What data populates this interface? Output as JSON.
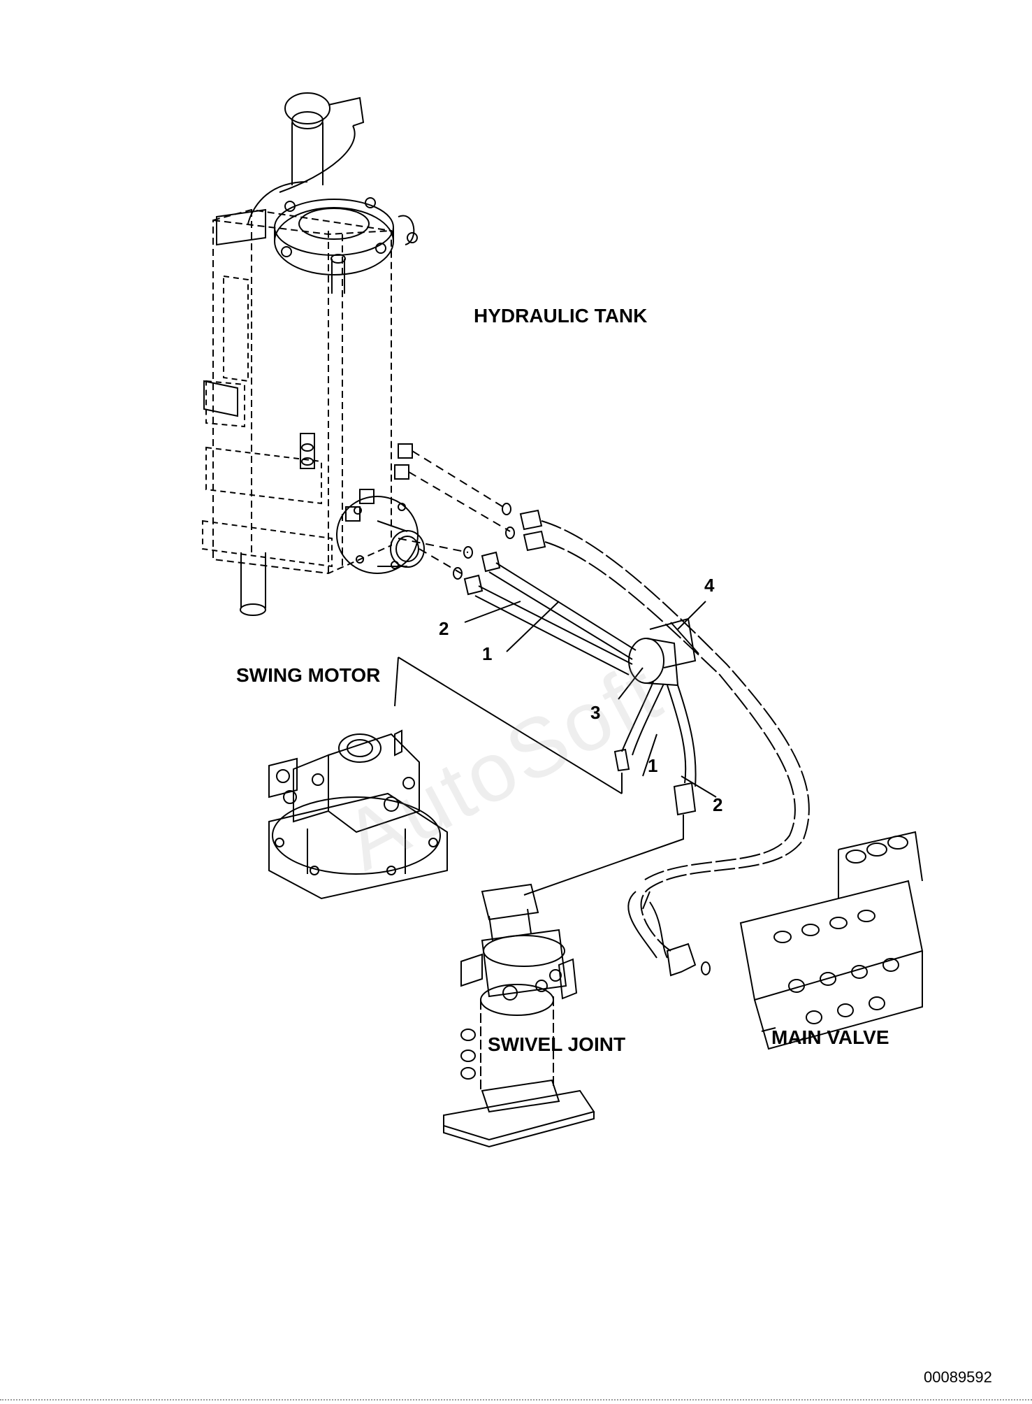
{
  "labels": {
    "hydraulic_tank": "HYDRAULIC TANK",
    "swing_motor": "SWING MOTOR",
    "swivel_joint": "SWIVEL JOINT",
    "main_valve": "MAIN VALVE"
  },
  "callouts": {
    "c1a": "1",
    "c1b": "1",
    "c2a": "2",
    "c2b": "2",
    "c3": "3",
    "c4": "4"
  },
  "watermark": "AutoSoft",
  "document_number": "00089592"
}
